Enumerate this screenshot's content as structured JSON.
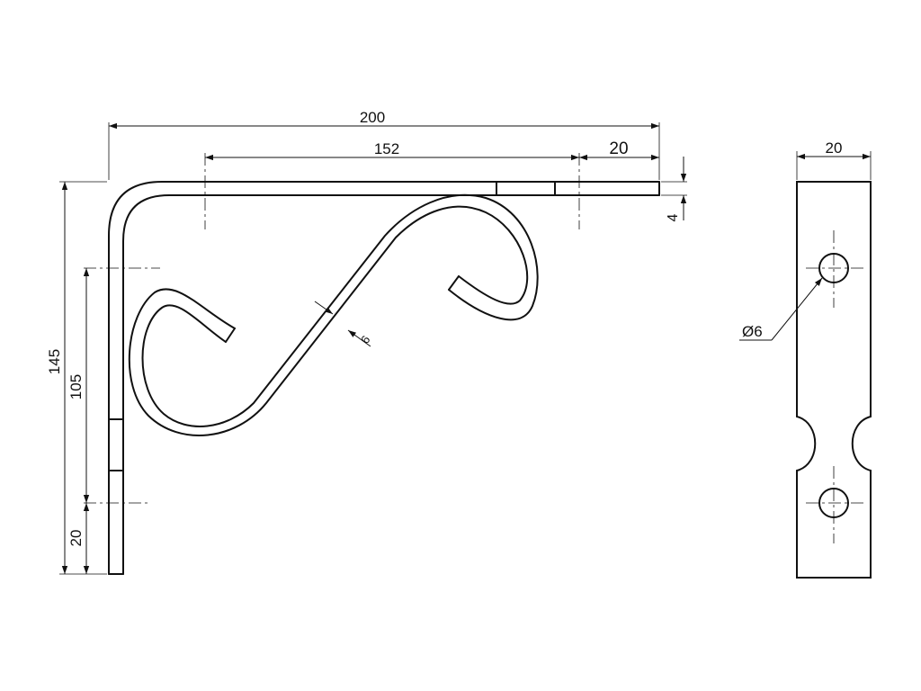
{
  "dimensions": {
    "overall_length": "200",
    "hole_spacing": "152",
    "end_offset": "20",
    "thickness": "4",
    "overall_height": "145",
    "vertical_hole_spacing": "105",
    "bottom_offset": "20",
    "scroll_width": "6",
    "plate_width": "20",
    "hole_diameter": "Ø6"
  }
}
